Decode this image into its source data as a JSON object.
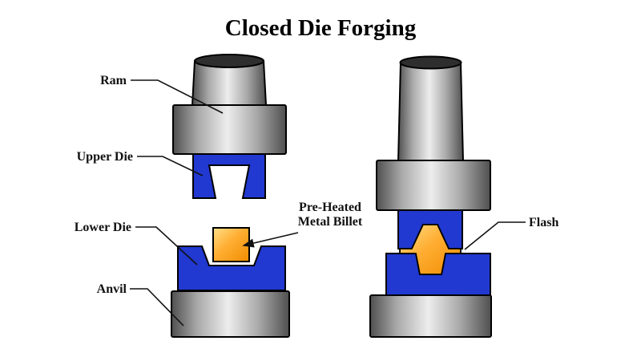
{
  "title": "Closed Die Forging",
  "labels": {
    "ram": "Ram",
    "upper_die": "Upper Die",
    "lower_die": "Lower Die",
    "anvil": "Anvil",
    "billet_line1": "Pre-Heated",
    "billet_line2": "Metal Billet",
    "flash": "Flash"
  },
  "colors": {
    "die_blue": "#2139d0",
    "billet_orange": "#f08c00",
    "billet_orange_light": "#ffe08a",
    "metal_dark": "#555555",
    "metal_light": "#ededed",
    "cylinder_top": "#2e2e2e",
    "outline": "#000000",
    "background": "#ffffff"
  }
}
